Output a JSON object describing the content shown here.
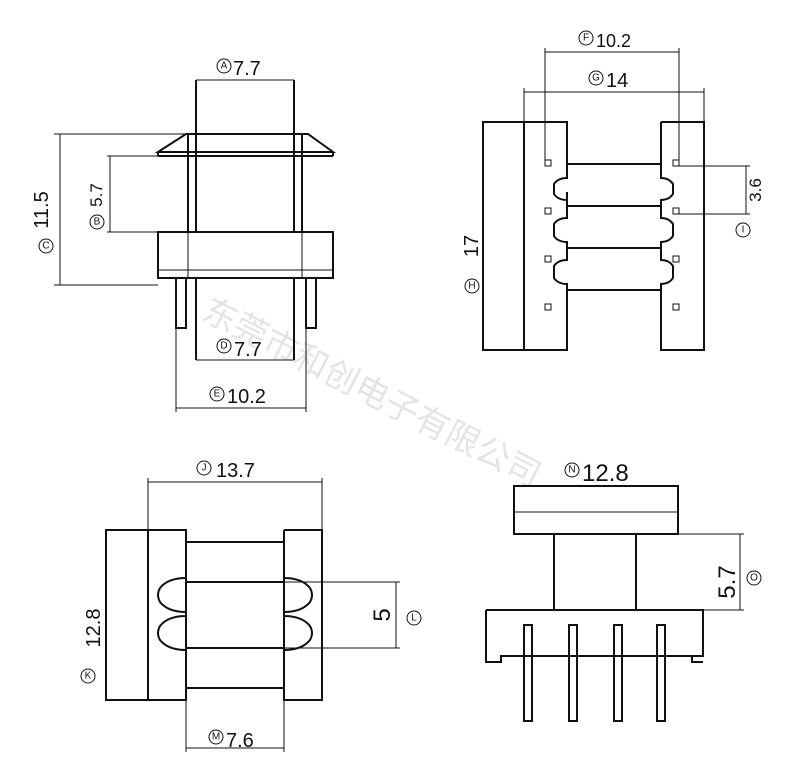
{
  "watermark": "东莞市和创电子有限公司",
  "views": {
    "front": {
      "A": {
        "letter": "A",
        "value": "7.7"
      },
      "B": {
        "letter": "B",
        "value": "5.7"
      },
      "C": {
        "letter": "C",
        "value": "11.5"
      },
      "D": {
        "letter": "D",
        "value": "7.7"
      },
      "E": {
        "letter": "E",
        "value": "10.2"
      }
    },
    "side": {
      "F": {
        "letter": "F",
        "value": "10.2"
      },
      "G": {
        "letter": "G",
        "value": "14"
      },
      "H": {
        "letter": "H",
        "value": "17"
      },
      "I": {
        "letter": "I",
        "value": "3.6"
      }
    },
    "top": {
      "J": {
        "letter": "J",
        "value": "13.7"
      },
      "K": {
        "letter": "K",
        "value": "12.8"
      },
      "L": {
        "letter": "L",
        "value": "5"
      },
      "M": {
        "letter": "M",
        "value": "7.6"
      }
    },
    "elevation": {
      "N": {
        "letter": "N",
        "value": "12.8"
      },
      "O": {
        "letter": "O",
        "value": "5.7"
      }
    }
  }
}
